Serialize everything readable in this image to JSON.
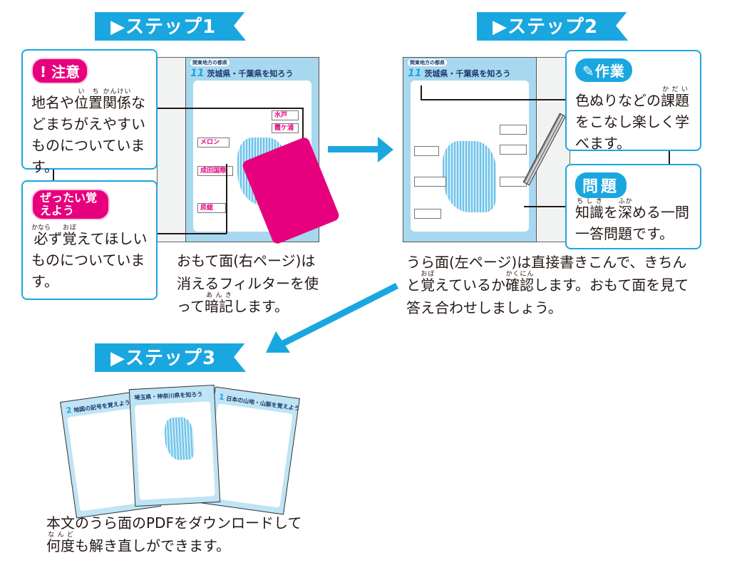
{
  "steps": [
    {
      "label": "▶ステップ1"
    },
    {
      "label": "▶ステップ2"
    },
    {
      "label": "▶ステップ3"
    }
  ],
  "step1": {
    "caution": {
      "tag": "注意",
      "text": [
        {
          "t": "地名や"
        },
        {
          "t": "位",
          "r": "い"
        },
        {
          "t": "置",
          "r": "ち"
        },
        {
          "t": "関係",
          "r": "かんけい"
        },
        {
          "t": "などまちがえやすいものについています。"
        }
      ]
    },
    "must": {
      "tag": "ぜったい覚えよう",
      "text": [
        {
          "t": "必",
          "r": "かなら"
        },
        {
          "t": "ず"
        },
        {
          "t": "覚",
          "r": "おぼ"
        },
        {
          "t": "えてほしいものについています。"
        }
      ]
    },
    "page": {
      "category": "関東地方の都県",
      "number": "11",
      "title": "茨城県・千葉県を知ろう",
      "labels": [
        "メロン",
        "水戸",
        "成田国際",
        "房総",
        "霞ケ浦"
      ]
    },
    "caption": [
      {
        "t": "おもて面(右ページ)は消えるフィルターを使って"
      },
      {
        "t": "暗記",
        "r": "あんき"
      },
      {
        "t": "します。"
      }
    ]
  },
  "step2": {
    "work": {
      "tag": "作業",
      "text": [
        {
          "t": "色ぬりなどの"
        },
        {
          "t": "課題",
          "r": "かだい"
        },
        {
          "t": "をこなし楽しく学べます。"
        }
      ]
    },
    "question": {
      "tag": "問題",
      "text": [
        {
          "t": "知識",
          "r": "ちしき"
        },
        {
          "t": "を"
        },
        {
          "t": "深",
          "r": "ふか"
        },
        {
          "t": "める一問一答問題です。"
        }
      ]
    },
    "page": {
      "category": "関東地方の都県",
      "number": "11",
      "title": "茨城県・千葉県を知ろう"
    },
    "caption": [
      {
        "t": "うら面(左ページ)は直接書きこんで、きちんと"
      },
      {
        "t": "覚",
        "r": "おぼ"
      },
      {
        "t": "えているか"
      },
      {
        "t": "確認",
        "r": "かくにん"
      },
      {
        "t": "します。おもて面を見て答え合わせしましょう。"
      }
    ]
  },
  "step3": {
    "sheets": [
      {
        "number": "2",
        "title": "地図の記号を覚えよう"
      },
      {
        "title": "埼玉県・神奈川県を知ろう"
      },
      {
        "number": "1",
        "title": "日本の山地・山脈を覚えよう"
      }
    ],
    "caption": [
      {
        "t": "本文のうら面のPDFをダウンロードして"
      },
      {
        "t": "何度",
        "r": "なんど"
      },
      {
        "t": "も解き直しができます。"
      }
    ]
  },
  "colors": {
    "accent": "#1aa7e0",
    "pink": "#e6007e",
    "filter": "#e6007e"
  }
}
